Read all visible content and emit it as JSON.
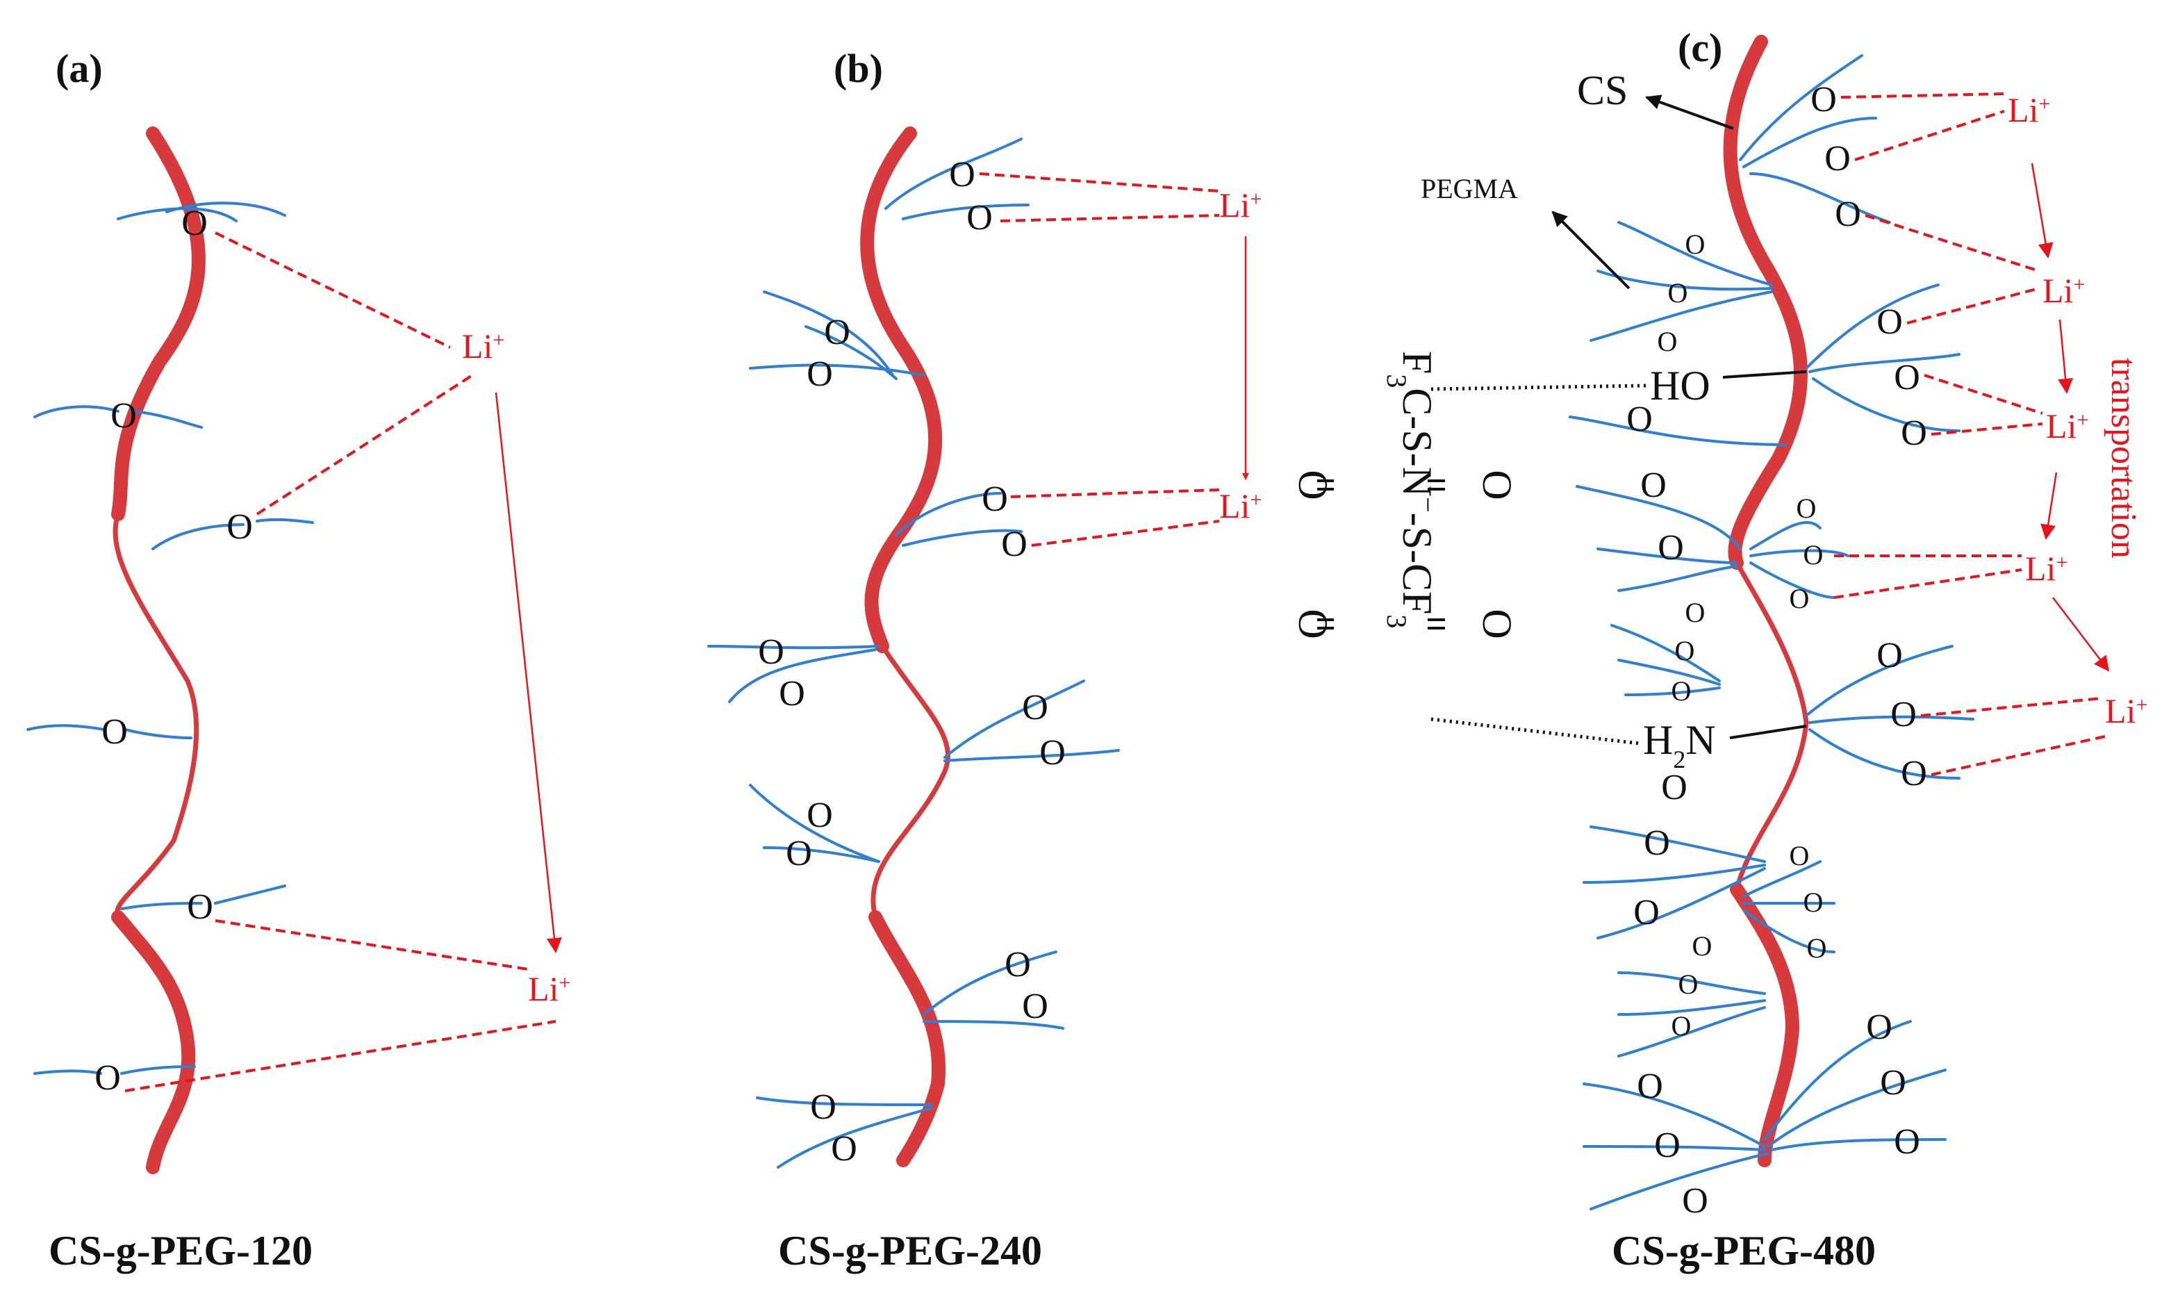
{
  "panels": [
    {
      "label": "(a)",
      "caption": "CS-g-PEG-120"
    },
    {
      "label": "(b)",
      "caption": "CS-g-PEG-240"
    },
    {
      "label": "(c)",
      "caption": "CS-g-PEG-480"
    }
  ],
  "atoms": {
    "oxygen": "O",
    "lithium": "Li",
    "lithium_charge": "+"
  },
  "annotations": {
    "cs": "CS",
    "pegma": "PEGMA",
    "hydroxyl": "HO",
    "amine_h": "H",
    "amine_sub": "2",
    "amine_n": "N",
    "transport": "transportation"
  },
  "anion": {
    "left_group": "F",
    "left_group_sub": "3",
    "chain": "C-S-N",
    "charge": "−",
    "chain_right": "-S-CF",
    "right_sub": "3",
    "oxygen": "O"
  },
  "colors": {
    "backbone": "#d63a3d",
    "side_chain": "#2f7fd2",
    "lithium": "#e8141b",
    "text": "#111111"
  },
  "icons": [
    "arrow-icon"
  ]
}
